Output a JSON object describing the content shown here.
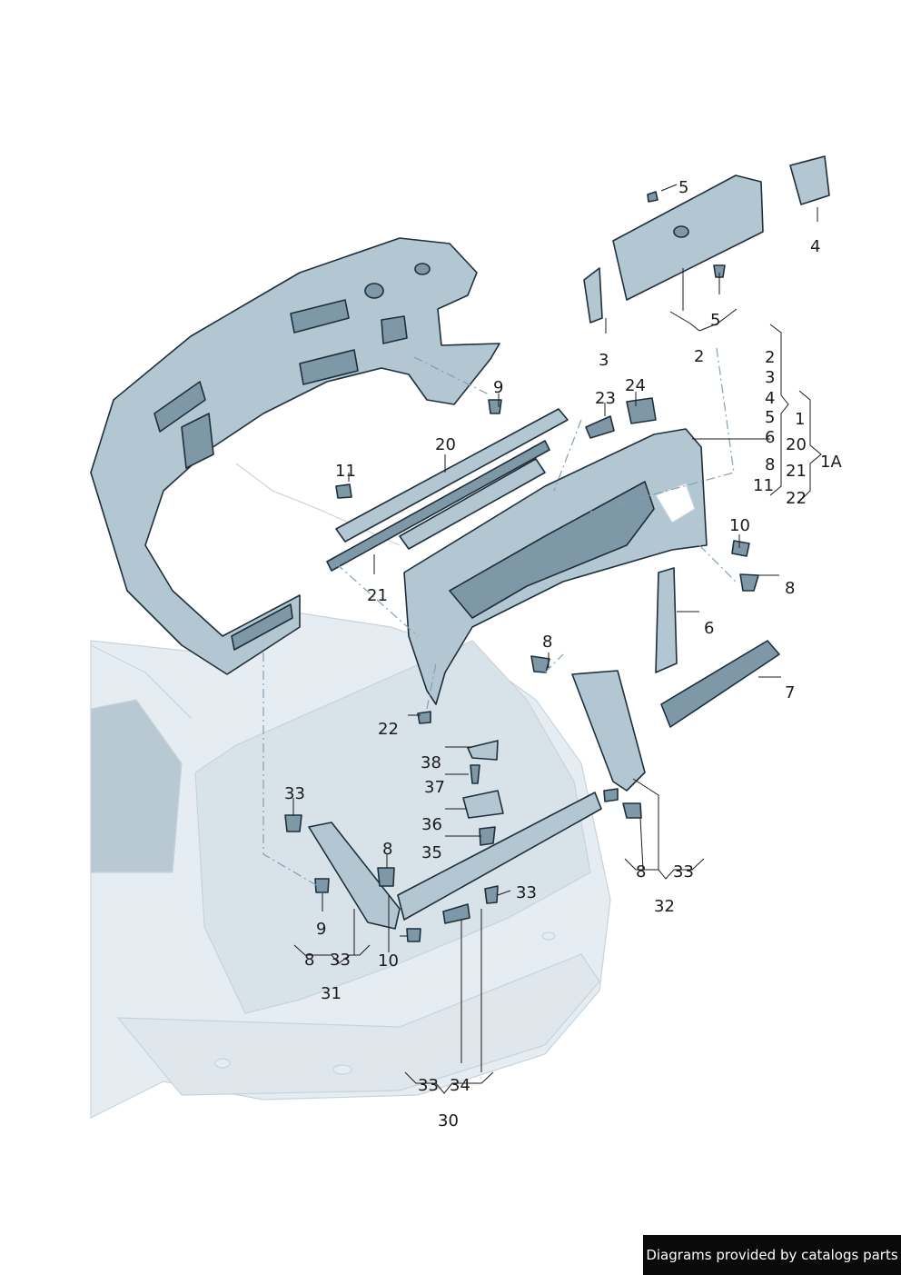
{
  "labels": [
    {
      "id": "l-5-top",
      "text": "5"
    },
    {
      "id": "l-4",
      "text": "4"
    },
    {
      "id": "l-5-mid",
      "text": "5"
    },
    {
      "id": "l-3",
      "text": "3"
    },
    {
      "id": "l-2",
      "text": "2"
    },
    {
      "id": "l-g2",
      "text": "2"
    },
    {
      "id": "l-g3",
      "text": "3"
    },
    {
      "id": "l-g4",
      "text": "4"
    },
    {
      "id": "l-g5",
      "text": "5"
    },
    {
      "id": "l-g6",
      "text": "6"
    },
    {
      "id": "l-g8",
      "text": "8"
    },
    {
      "id": "l-g11",
      "text": "11"
    },
    {
      "id": "l-g1",
      "text": "1"
    },
    {
      "id": "l-g20",
      "text": "20"
    },
    {
      "id": "l-g21",
      "text": "21"
    },
    {
      "id": "l-g22",
      "text": "22"
    },
    {
      "id": "l-1A",
      "text": "1A"
    },
    {
      "id": "l-9-top",
      "text": "9"
    },
    {
      "id": "l-23",
      "text": "23"
    },
    {
      "id": "l-24",
      "text": "24"
    },
    {
      "id": "l-20",
      "text": "20"
    },
    {
      "id": "l-11",
      "text": "11"
    },
    {
      "id": "l-21",
      "text": "21"
    },
    {
      "id": "l-10-right",
      "text": "10"
    },
    {
      "id": "l-8-right",
      "text": "8"
    },
    {
      "id": "l-6",
      "text": "6"
    },
    {
      "id": "l-8-clip",
      "text": "8"
    },
    {
      "id": "l-7",
      "text": "7"
    },
    {
      "id": "l-22",
      "text": "22"
    },
    {
      "id": "l-38",
      "text": "38"
    },
    {
      "id": "l-37",
      "text": "37"
    },
    {
      "id": "l-36",
      "text": "36"
    },
    {
      "id": "l-35",
      "text": "35"
    },
    {
      "id": "l-33-left",
      "text": "33"
    },
    {
      "id": "l-8-mid",
      "text": "8"
    },
    {
      "id": "l-9-low",
      "text": "9"
    },
    {
      "id": "l-8-b31",
      "text": "8"
    },
    {
      "id": "l-33-b31",
      "text": "33"
    },
    {
      "id": "l-10-low",
      "text": "10"
    },
    {
      "id": "l-31",
      "text": "31"
    },
    {
      "id": "l-33-sill",
      "text": "33"
    },
    {
      "id": "l-8-b32",
      "text": "8"
    },
    {
      "id": "l-33-b32",
      "text": "33"
    },
    {
      "id": "l-32",
      "text": "32"
    },
    {
      "id": "l-33-b30",
      "text": "33"
    },
    {
      "id": "l-34",
      "text": "34"
    },
    {
      "id": "l-30",
      "text": "30"
    }
  ],
  "footer": {
    "text": "Diagrams provided by catalogs parts"
  }
}
